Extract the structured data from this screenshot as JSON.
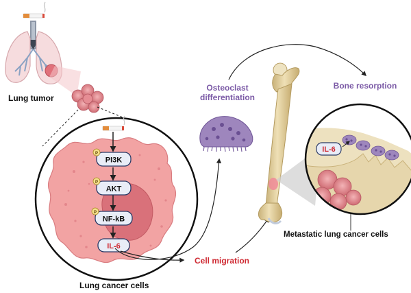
{
  "labels": {
    "lung_tumor": "Lung tumor",
    "lung_cancer_cells": "Lung cancer cells",
    "osteoclast_line1": "Osteoclast",
    "osteoclast_line2": "differentiation",
    "bone_resorption": "Bone resorption",
    "cell_migration": "Cell migration",
    "metastatic": "Metastatic lung cancer cells"
  },
  "pathway": {
    "phospho_mark": "P",
    "steps": [
      "PI3K",
      "AKT",
      "NF-kB"
    ],
    "cytokine": "IL-6"
  },
  "inset": {
    "cytokine": "IL-6"
  },
  "colors": {
    "cell_fill": "#f2a3a3",
    "nucleus_fill": "#d9717a",
    "osteoclast_fill": "#9e86bd",
    "bone_fill": "#e2cf9f",
    "accent_red": "#cf2a33",
    "accent_purple": "#7b5aa6"
  }
}
